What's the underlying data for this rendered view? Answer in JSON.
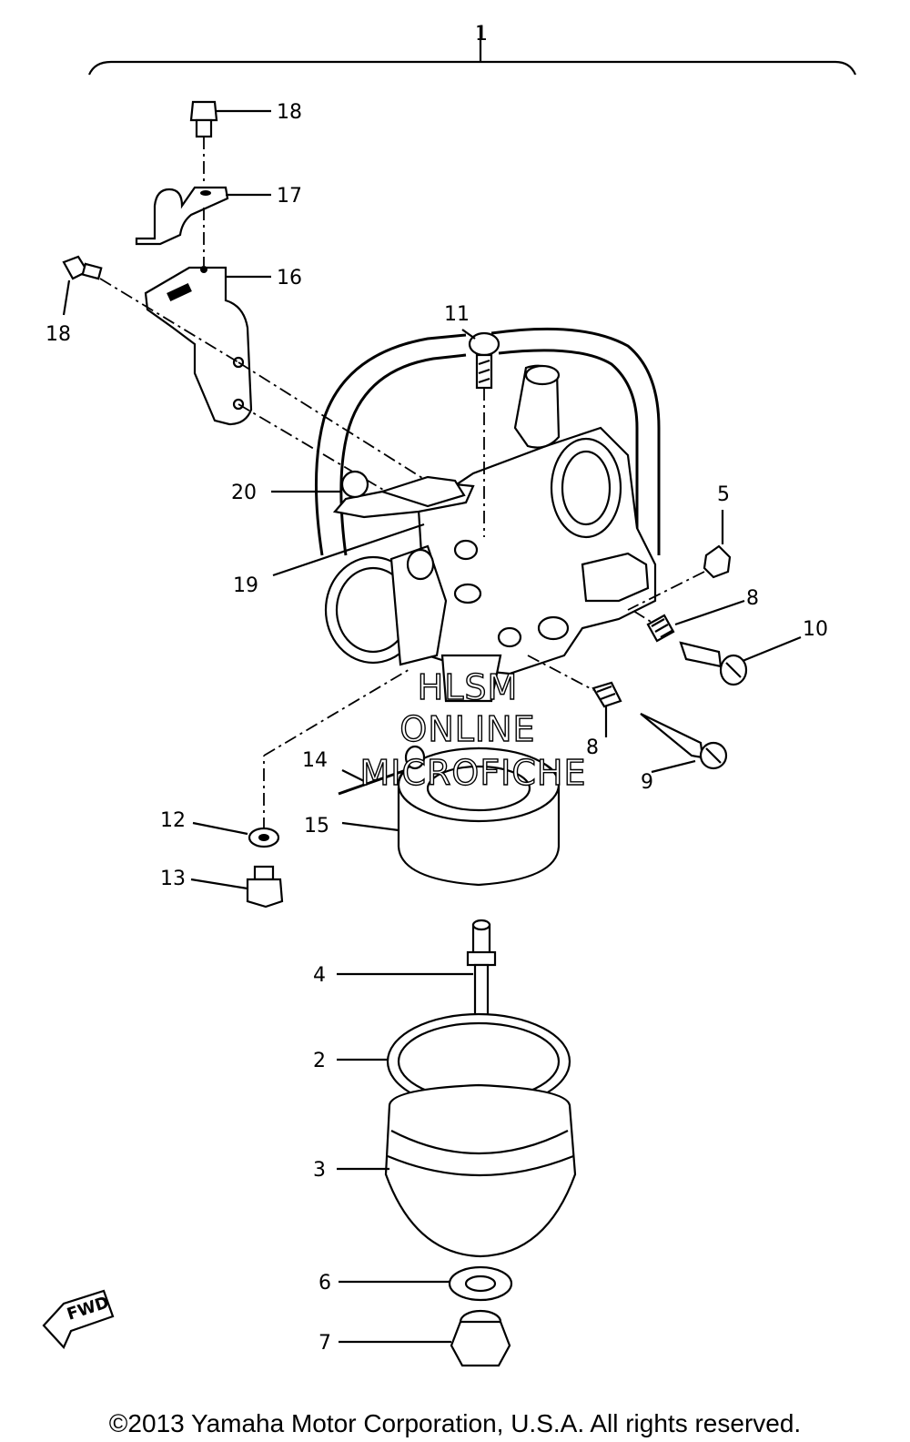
{
  "assembly_label": "1",
  "callouts": [
    {
      "id": "c18a",
      "text": "18"
    },
    {
      "id": "c17",
      "text": "17"
    },
    {
      "id": "c16",
      "text": "16"
    },
    {
      "id": "c18b",
      "text": "18"
    },
    {
      "id": "c11",
      "text": "11"
    },
    {
      "id": "c20",
      "text": "20"
    },
    {
      "id": "c19",
      "text": "19"
    },
    {
      "id": "c5",
      "text": "5"
    },
    {
      "id": "c8a",
      "text": "8"
    },
    {
      "id": "c10",
      "text": "10"
    },
    {
      "id": "c8b",
      "text": "8"
    },
    {
      "id": "c9",
      "text": "9"
    },
    {
      "id": "c14",
      "text": "14"
    },
    {
      "id": "c15",
      "text": "15"
    },
    {
      "id": "c12",
      "text": "12"
    },
    {
      "id": "c13",
      "text": "13"
    },
    {
      "id": "c4",
      "text": "4"
    },
    {
      "id": "c2",
      "text": "2"
    },
    {
      "id": "c3",
      "text": "3"
    },
    {
      "id": "c6",
      "text": "6"
    },
    {
      "id": "c7",
      "text": "7"
    }
  ],
  "watermark": [
    "HLSM",
    "ONLINE",
    "MICROFICHE"
  ],
  "fwd_label": "FWD",
  "copyright": "©2013 Yamaha Motor Corporation, U.S.A. All rights reserved."
}
